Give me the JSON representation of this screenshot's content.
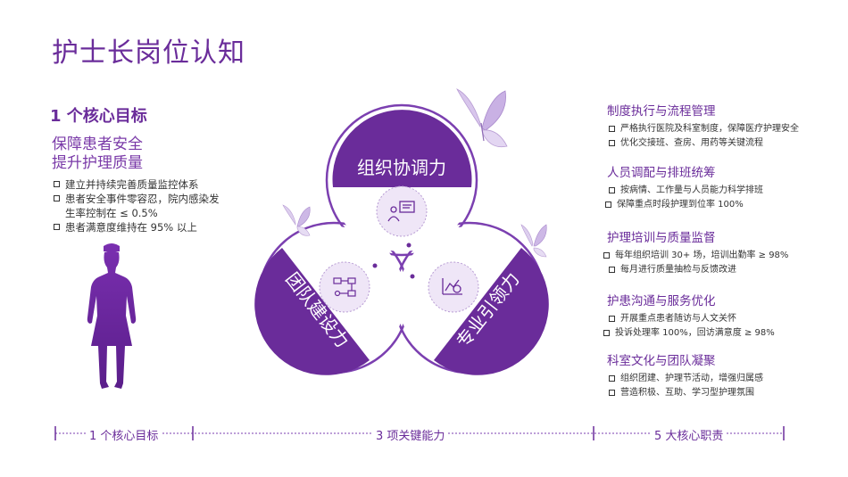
{
  "title": "护士长岗位认知",
  "core": {
    "heading": "1 个核心目标",
    "goals": [
      "保障患者安全",
      "提升护理质量"
    ],
    "bullets": [
      "建立并持续完善质量监控体系",
      "患者安全事件零容忍，院内感染发生率控制在 ≤ 0.5%",
      "患者满意度维持在  95% 以上"
    ]
  },
  "abilities": {
    "top": "组织协调力",
    "left": "团队建设力",
    "right": "专业引领力"
  },
  "responsibilities": [
    {
      "title": "制度执行与流程管理",
      "items": [
        "严格执行医院及科室制度，保障医疗护理安全",
        "优化交接班、查房、用药等关键流程"
      ]
    },
    {
      "title": "人员调配与排班统筹",
      "items": [
        "按病情、工作量与人员能力科学排班",
        "保障重点时段护理到位率  100%"
      ]
    },
    {
      "title": "护理培训与质量监督",
      "items": [
        "每年组织培训  30+  场，培训出勤率 ≥ 98%",
        "每月进行质量抽检与反馈改进"
      ]
    },
    {
      "title": "护患沟通与服务优化",
      "items": [
        "开展重点患者随访与人文关怀",
        "投诉处理率  100%，回访满意度 ≥ 98%"
      ]
    },
    {
      "title": "科室文化与团队凝聚",
      "items": [
        "组织团建、护理节活动，增强归属感",
        "营造积极、互助、学习型护理氛围"
      ]
    }
  ],
  "timeline": {
    "labels": [
      "1 个核心目标",
      "3 项关键能力",
      "5 大核心职责"
    ]
  },
  "colors": {
    "brand": "#6a2c9a",
    "accent": "#7b3fb0",
    "light": "#efe6f7"
  },
  "icons": [
    "nurse-silhouette-icon",
    "butterfly-icon",
    "presenter-icon",
    "team-network-icon",
    "chart-magnifier-icon"
  ]
}
